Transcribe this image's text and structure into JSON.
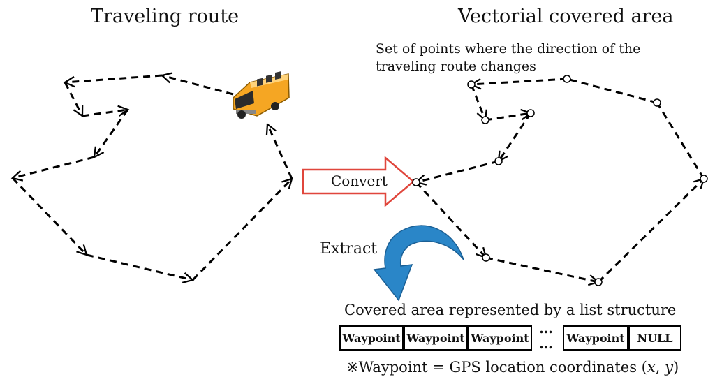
{
  "titles": {
    "left": "Traveling route",
    "right": "Vectorial covered area"
  },
  "annotation_points": "Set of points where the direction of the traveling route changes",
  "convert_label": "Convert",
  "extract_label": "Extract",
  "list_caption": "Covered area represented by a list structure",
  "list_cells": [
    "Waypoint",
    "Waypoint",
    "Waypoint",
    "Waypoint",
    "NULL"
  ],
  "ellipsis": "…",
  "footnote": {
    "prefix": "※Waypoint = GPS location coordinates (",
    "x": "x",
    "sep": ", ",
    "y": "y",
    "suffix": ")"
  },
  "icons": {
    "vehicle": "school-bus-icon",
    "convert_arrow": "hollow-right-arrow-icon",
    "extract_arrow": "curved-down-arrow-icon"
  },
  "colors": {
    "bus_body": "#f5a623",
    "convert_arrow": "#e0463c",
    "extract_arrow": "#2a86c8",
    "route": "#000000"
  }
}
